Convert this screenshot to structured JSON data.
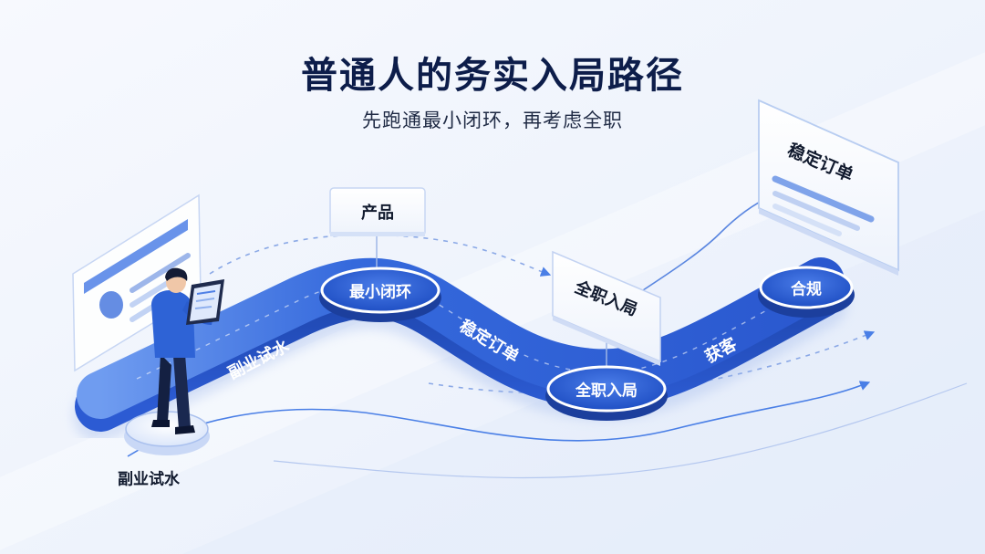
{
  "title": "普通人的务实入局路径",
  "subtitle": "先跑通最小闭环，再考虑全职",
  "path_nodes": [
    {
      "label": "最小闭环"
    },
    {
      "label": "全职入局"
    },
    {
      "label": "合规"
    }
  ],
  "road_labels": [
    {
      "label": "副业试水"
    },
    {
      "label": "稳定订单"
    },
    {
      "label": "获客"
    }
  ],
  "cards": [
    {
      "label": "产品"
    },
    {
      "label": "全职入局"
    },
    {
      "label": "稳定订单"
    }
  ],
  "start_caption": "副业试水",
  "colors": {
    "road": "#2f63d6",
    "road_dark": "#1e46ad",
    "node": "#2c5bd3",
    "title": "#0d1d4a",
    "accent_line": "#4a7fe6",
    "background": "#f4f7fd"
  }
}
